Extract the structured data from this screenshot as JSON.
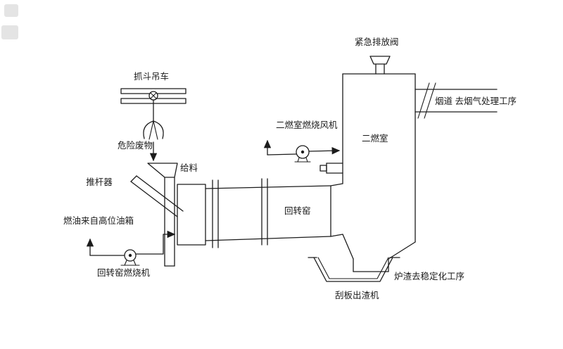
{
  "diagram": {
    "labels": {
      "crane": "抓斗吊车",
      "hazardous_waste": "危险废物",
      "feed": "给料",
      "pusher": "推杆器",
      "fuel_from_tank": "燃油来自高位油箱",
      "kiln_burner": "回转窑燃烧机",
      "rotary_kiln": "回转窑",
      "sec_combustion_fan": "二燃室燃烧风机",
      "sec_combustion_chamber": "二燃室",
      "emergency_relief_valve": "紧急排放阀",
      "flue_to_gas_treatment": "烟道 去烟气处理工序",
      "slag_to_stabilization": "炉渣去稳定化工序",
      "scraper_slag_discharger": "刮板出渣机"
    },
    "colors": {
      "line": "#1c1c1c",
      "background": "#ffffff"
    }
  }
}
